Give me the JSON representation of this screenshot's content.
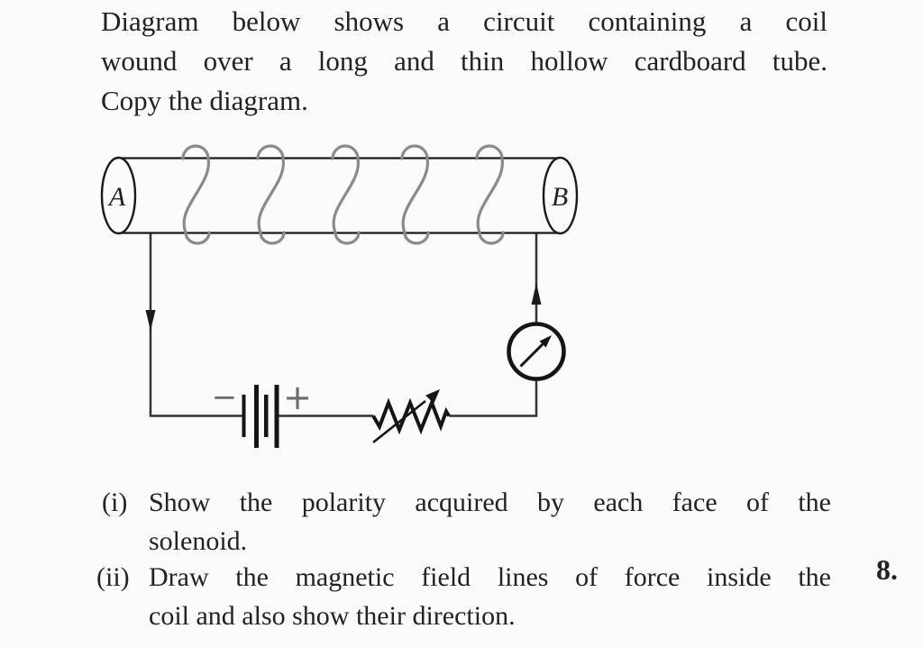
{
  "question": {
    "intro_lines": [
      "Diagram below shows a circuit containing a coil",
      "wound over a long and thin hollow cardboard tube.",
      "Copy the diagram."
    ],
    "parts": [
      {
        "marker": "(i)",
        "lines": [
          "Show the polarity acquired by each face of the",
          "solenoid."
        ]
      },
      {
        "marker": "(ii)",
        "lines": [
          "Draw the magnetic field lines of force inside the",
          "coil and also show their direction."
        ]
      }
    ],
    "number": "8."
  },
  "diagram": {
    "tube_labels": {
      "left": "A",
      "right": "B"
    },
    "battery": {
      "minus": "−",
      "plus": "+"
    },
    "coil": {
      "turns": 5,
      "turn_centers": [
        217,
        300,
        383,
        460,
        543
      ],
      "color": "#8a8a8a"
    },
    "colors": {
      "wire": "#333333",
      "outline": "#1b1b1b",
      "battery_sign": "#6b6b6b"
    }
  }
}
